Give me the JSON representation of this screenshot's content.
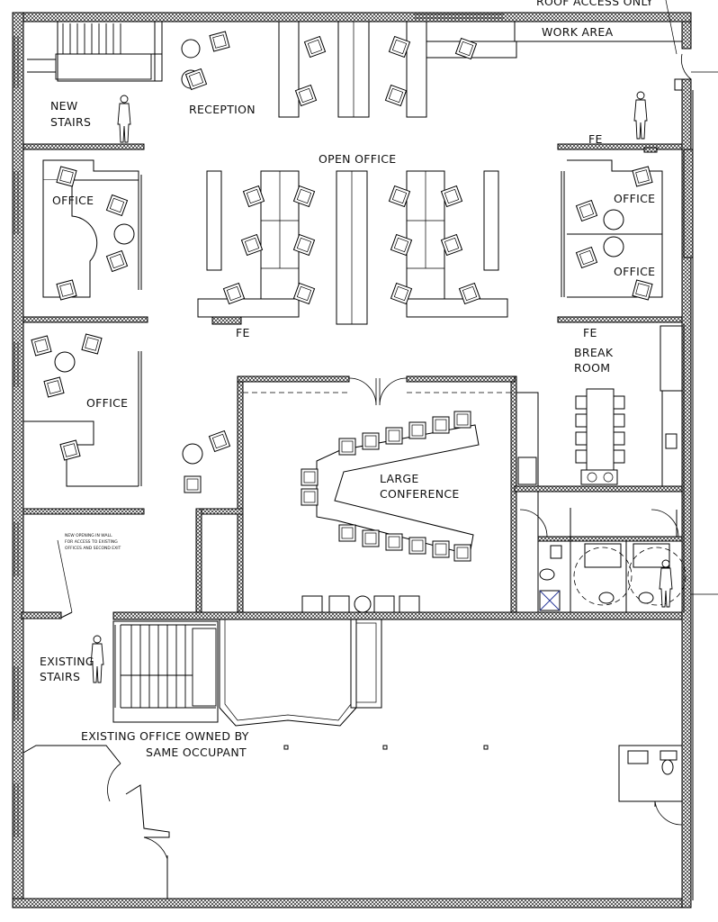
{
  "labels": {
    "roof_access": "ROOF ACCESS ONLY",
    "work_area": "WORK AREA",
    "new_stairs_1": "NEW",
    "new_stairs_2": "STAIRS",
    "reception": "RECEPTION",
    "open_office": "OPEN OFFICE",
    "office_left_top": "OFFICE",
    "office_right_top": "OFFICE",
    "office_right_mid": "OFFICE",
    "office_left_mid": "OFFICE",
    "break_room_1": "BREAK",
    "break_room_2": "ROOM",
    "fe_top_right": "FE",
    "fe_mid_left": "FE",
    "fe_mid_right": "FE",
    "large_conf_1": "LARGE",
    "large_conf_2": "CONFERENCE",
    "existing_stairs_1": "EXISTING",
    "existing_stairs_2": "STAIRS",
    "existing_office_1": "EXISTING OFFICE OWNED BY",
    "existing_office_2": "SAME OCCUPANT",
    "note_1": "NEW OPENING IN WALL",
    "note_2": "FOR ACCESS TO EXISTING",
    "note_3": "OFFICES AND SECOND EXIT"
  }
}
